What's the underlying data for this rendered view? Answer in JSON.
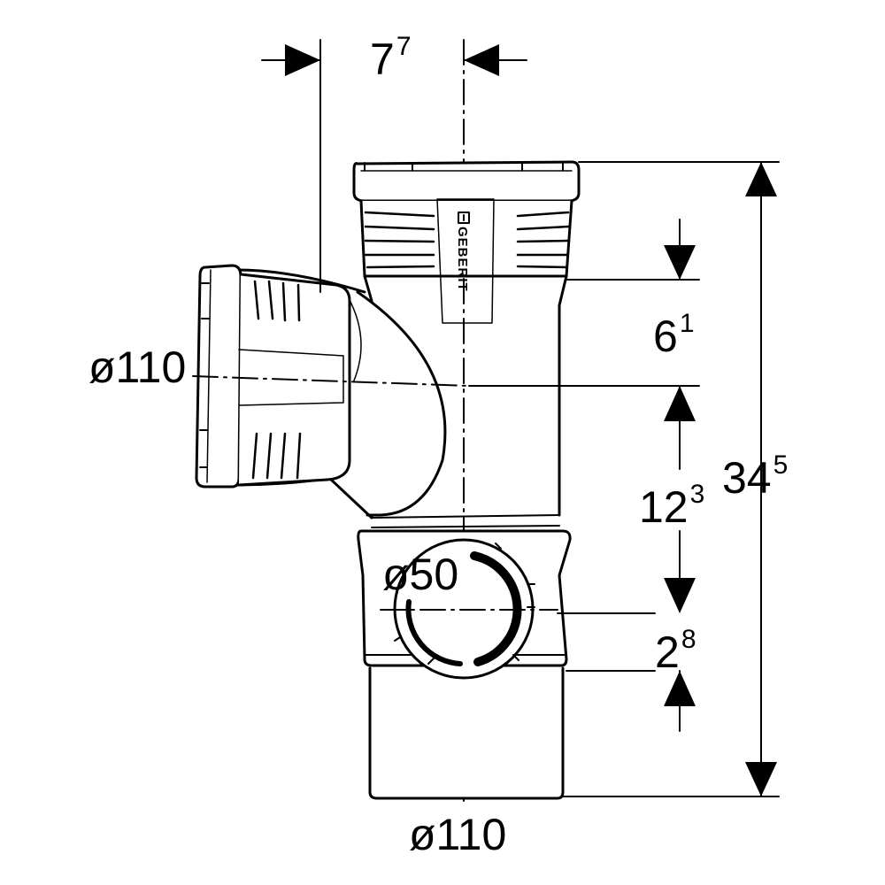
{
  "drawing": {
    "brand": "GEBERIT",
    "dimensions": {
      "top_offset": {
        "base": "7",
        "sup": "7"
      },
      "upper_socket": {
        "base": "6",
        "sup": "1"
      },
      "branch_to_port": {
        "base": "12",
        "sup": "3"
      },
      "overall_height": {
        "base": "34",
        "sup": "5"
      },
      "port_offset": {
        "base": "2",
        "sup": "8"
      },
      "branch_diameter": "ø110",
      "side_port_diameter": "ø50",
      "main_diameter": "ø110"
    },
    "colors": {
      "line": "#000000",
      "background": "#ffffff"
    }
  }
}
